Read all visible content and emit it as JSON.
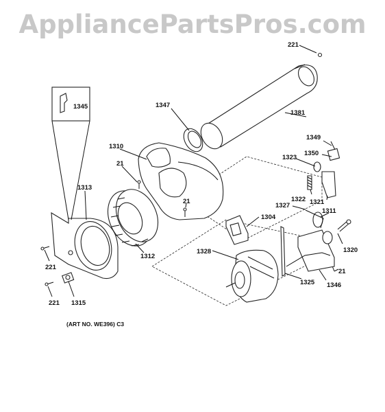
{
  "watermark": "AppliancePartsPros.com",
  "art_note": "(ART NO. WE396) C3",
  "callouts": {
    "c221_top": "221",
    "c1347": "1347",
    "c1381": "1381",
    "c1345": "1345",
    "c1310": "1310",
    "c21_a": "21",
    "c1349": "1349",
    "c1350": "1350",
    "c1323": "1323",
    "c1313": "1313",
    "c21_b": "21",
    "c1322": "1322",
    "c1321": "1321",
    "c1327": "1327",
    "c1311": "1311",
    "c1304": "1304",
    "c1312": "1312",
    "c1328": "1328",
    "c1320": "1320",
    "c221_a": "221",
    "c21_c": "21",
    "c1325": "1325",
    "c1346": "1346",
    "c221_b": "221",
    "c1315": "1315"
  }
}
